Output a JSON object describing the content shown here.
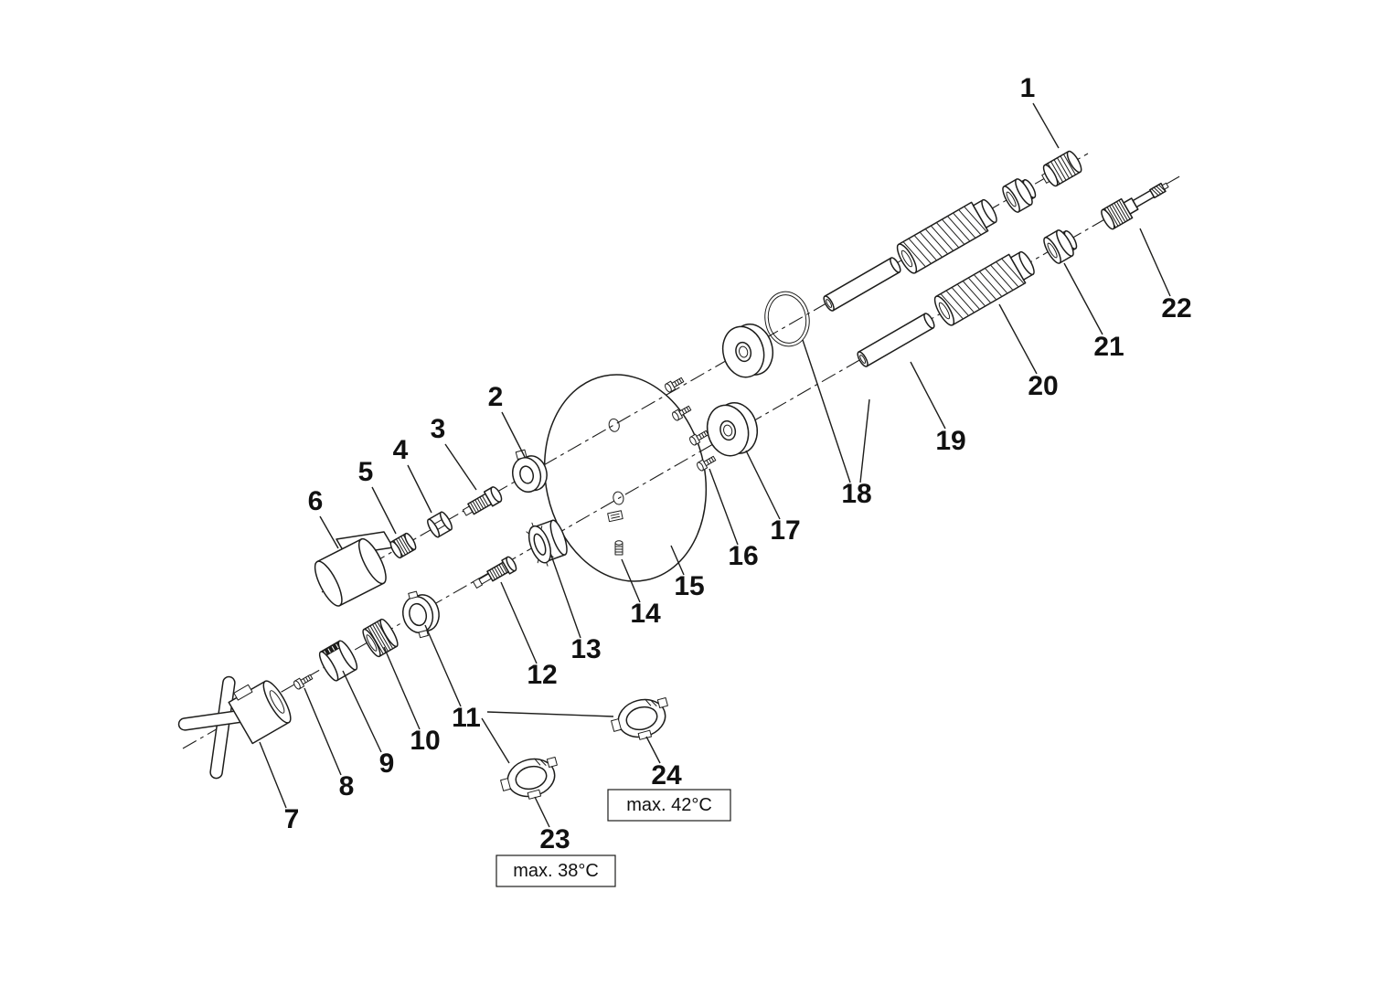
{
  "figure": {
    "type": "exploded-parts-diagram",
    "background": "#ffffff",
    "ink_color": "#1d1d1b"
  },
  "parts": [
    {
      "num": "1"
    },
    {
      "num": "2"
    },
    {
      "num": "3"
    },
    {
      "num": "4"
    },
    {
      "num": "5"
    },
    {
      "num": "6"
    },
    {
      "num": "7"
    },
    {
      "num": "8"
    },
    {
      "num": "9"
    },
    {
      "num": "10"
    },
    {
      "num": "11"
    },
    {
      "num": "12"
    },
    {
      "num": "13"
    },
    {
      "num": "14"
    },
    {
      "num": "15"
    },
    {
      "num": "16"
    },
    {
      "num": "17"
    },
    {
      "num": "18"
    },
    {
      "num": "19"
    },
    {
      "num": "20"
    },
    {
      "num": "21"
    },
    {
      "num": "22"
    },
    {
      "num": "23"
    },
    {
      "num": "24"
    }
  ],
  "annotations": {
    "max_38": "max. 38°C",
    "max_42": "max. 42°C"
  }
}
